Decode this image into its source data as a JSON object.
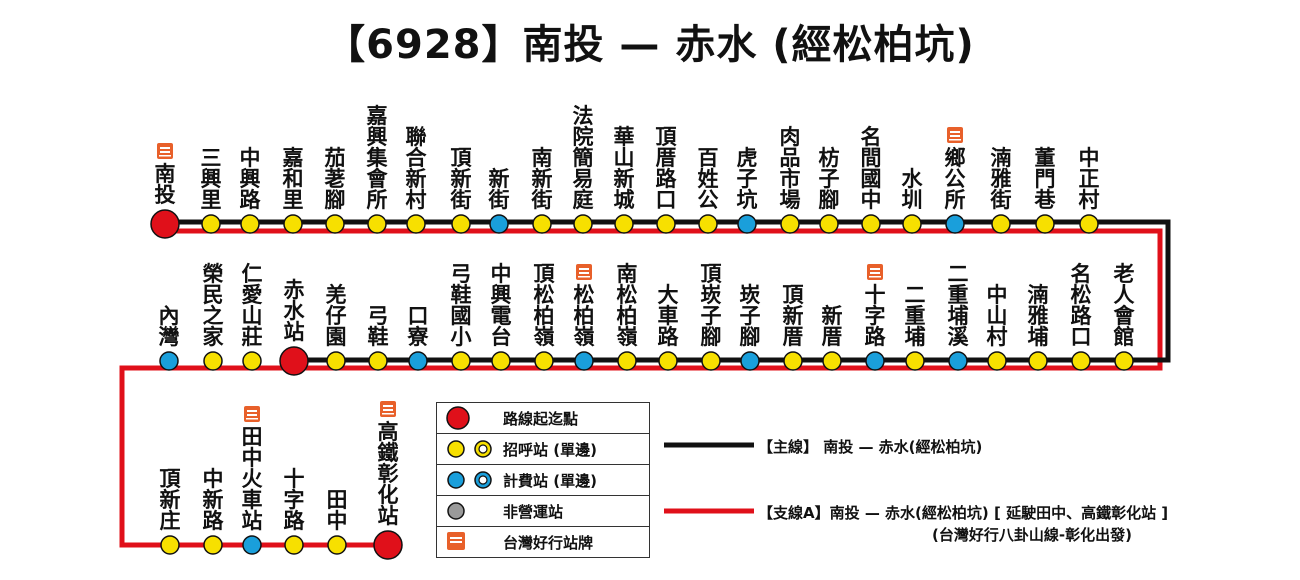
{
  "title": "【6928】南投 — 赤水 (經松柏坑)",
  "colors": {
    "main_line": "#111111",
    "branch_line": "#e0101a",
    "terminal": "#e0101a",
    "flag_stop": "#f7e000",
    "fare_stop": "#1a9fdb",
    "non_service": "#9a9a9a",
    "sign": "#e8602a"
  },
  "rows": [
    {
      "stops": [
        {
          "name": "南投",
          "type": "terminal",
          "sign": true
        },
        {
          "name": "三興里",
          "type": "flag"
        },
        {
          "name": "中興路",
          "type": "flag"
        },
        {
          "name": "嘉和里",
          "type": "flag"
        },
        {
          "name": "茄荖腳",
          "type": "flag"
        },
        {
          "name": "嘉興集會所",
          "type": "flag"
        },
        {
          "name": "聯合新村",
          "type": "flag"
        },
        {
          "name": "頂新街",
          "type": "flag"
        },
        {
          "name": "新街",
          "type": "fare"
        },
        {
          "name": "南新街",
          "type": "flag"
        },
        {
          "name": "法院簡易庭",
          "type": "flag"
        },
        {
          "name": "華山新城",
          "type": "flag"
        },
        {
          "name": "頂厝路口",
          "type": "flag"
        },
        {
          "name": "百姓公",
          "type": "flag"
        },
        {
          "name": "虎子坑",
          "type": "fare"
        },
        {
          "name": "肉品市場",
          "type": "flag"
        },
        {
          "name": "枋子腳",
          "type": "flag"
        },
        {
          "name": "名間國中",
          "type": "flag"
        },
        {
          "name": "水圳",
          "type": "flag"
        },
        {
          "name": "鄉公所",
          "type": "fare",
          "sign": true
        },
        {
          "name": "湳雅街",
          "type": "flag"
        },
        {
          "name": "董門巷",
          "type": "flag"
        },
        {
          "name": "中正村",
          "type": "flag"
        }
      ]
    },
    {
      "stops": [
        {
          "name": "內灣",
          "type": "fare"
        },
        {
          "name": "榮民之家",
          "type": "flag"
        },
        {
          "name": "仁愛山莊",
          "type": "flag"
        },
        {
          "name": "赤水站",
          "type": "terminal"
        },
        {
          "name": "羌仔園",
          "type": "flag"
        },
        {
          "name": "弓鞋",
          "type": "flag"
        },
        {
          "name": "口寮",
          "type": "fare"
        },
        {
          "name": "弓鞋國小",
          "type": "flag"
        },
        {
          "name": "中興電台",
          "type": "flag"
        },
        {
          "name": "頂松柏嶺",
          "type": "flag"
        },
        {
          "name": "松柏嶺",
          "type": "fare",
          "sign": true
        },
        {
          "name": "南松柏嶺",
          "type": "flag"
        },
        {
          "name": "大車路",
          "type": "flag"
        },
        {
          "name": "頂崁子腳",
          "type": "flag"
        },
        {
          "name": "崁子腳",
          "type": "fare"
        },
        {
          "name": "頂新厝",
          "type": "flag"
        },
        {
          "name": "新厝",
          "type": "flag"
        },
        {
          "name": "十字路",
          "type": "fare",
          "sign": true
        },
        {
          "name": "二重埔",
          "type": "flag"
        },
        {
          "name": "二重埔溪",
          "type": "fare"
        },
        {
          "name": "中山村",
          "type": "flag"
        },
        {
          "name": "湳雅埔",
          "type": "flag"
        },
        {
          "name": "名松路口",
          "type": "flag"
        },
        {
          "name": "老人會館",
          "type": "flag"
        }
      ]
    },
    {
      "stops": [
        {
          "name": "頂新庄",
          "type": "flag"
        },
        {
          "name": "中新路",
          "type": "flag"
        },
        {
          "name": "田中火車站",
          "type": "fare",
          "sign": true
        },
        {
          "name": "十字路",
          "type": "flag"
        },
        {
          "name": "田中",
          "type": "flag"
        },
        {
          "name": "高鐵彰化站",
          "type": "terminal",
          "sign": true
        }
      ]
    }
  ],
  "legend": {
    "items": [
      {
        "key": "terminal",
        "label": "路線起迄點"
      },
      {
        "key": "flag",
        "label": "招呼站 (單邊)"
      },
      {
        "key": "fare",
        "label": "計費站 (單邊)"
      },
      {
        "key": "non_service",
        "label": "非營運站"
      },
      {
        "key": "sign",
        "label": "台灣好行站牌"
      }
    ],
    "main_line_label": "【主線】 南投 — 赤水(經松柏坑)",
    "branch_line_label": "【支線A】南投 — 赤水(經松柏坑) [ 延駛田中、高鐵彰化站 ]",
    "branch_line_note": "(台灣好行八卦山線-彰化出發)"
  }
}
